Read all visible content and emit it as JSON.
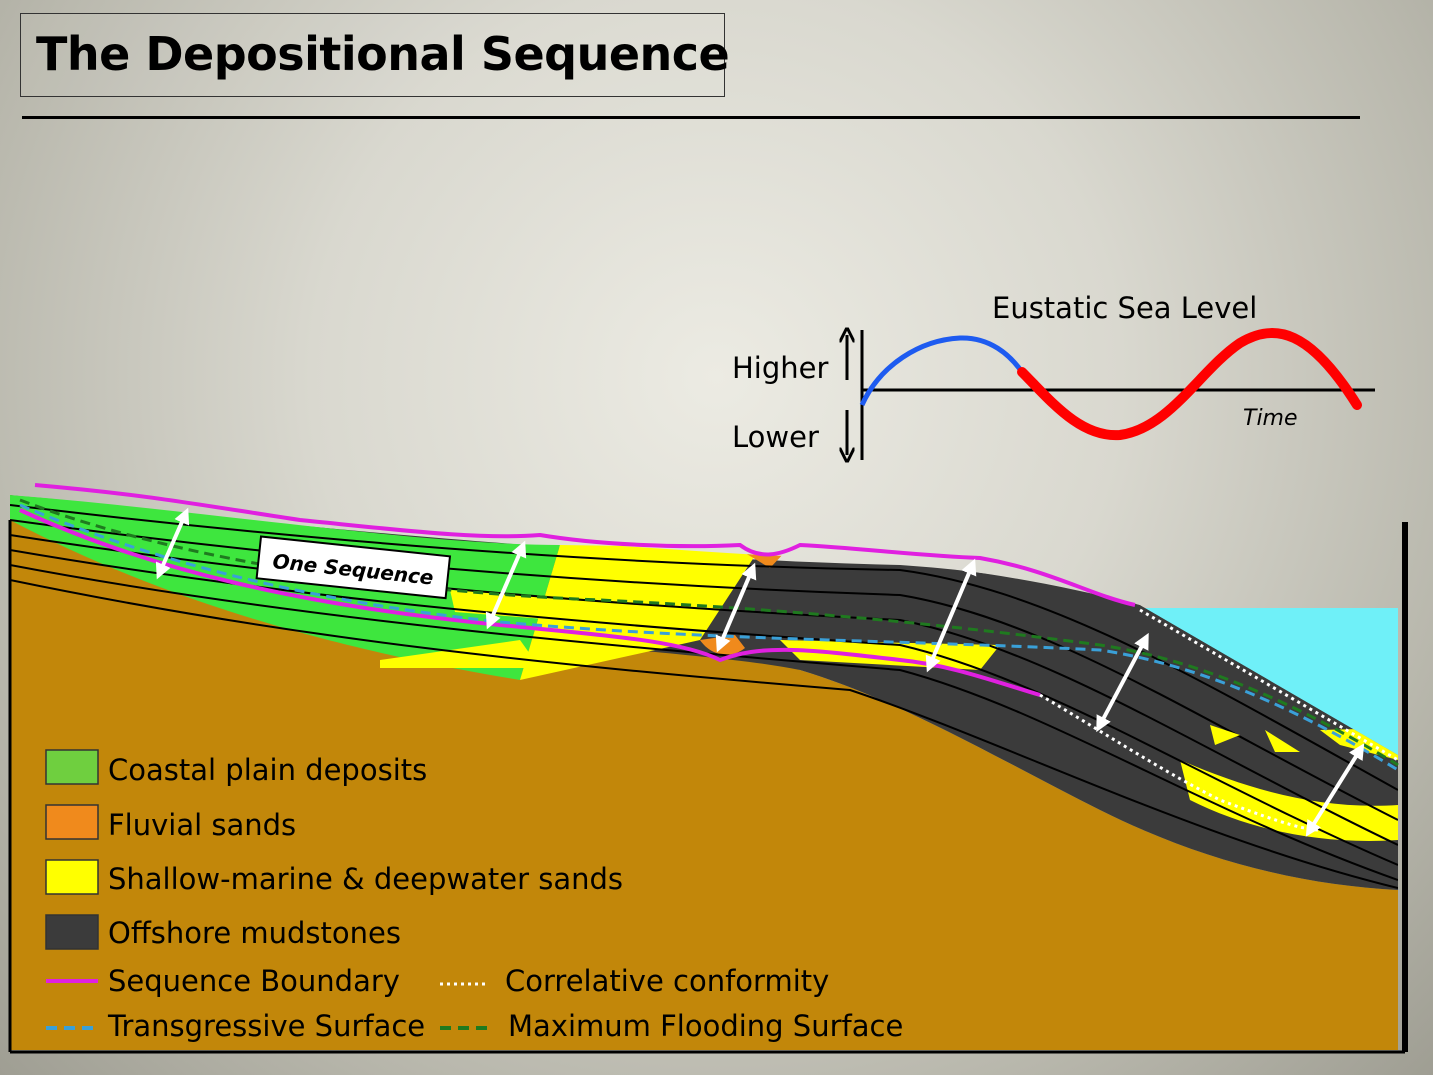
{
  "title": "The Depositional Sequence",
  "sea_level_chart": {
    "title": "Eustatic  Sea Level",
    "y_up_label": "Higher",
    "y_down_label": "Lower",
    "x_label": "Time",
    "rising_color": "#1e5bf0",
    "falling_color": "#ff0000"
  },
  "callout": "One Sequence",
  "legend": {
    "fills": [
      {
        "label": "Coastal plain deposits",
        "color": "#6fcf3f"
      },
      {
        "label": "Fluvial sands",
        "color": "#f08a1c"
      },
      {
        "label": "Shallow-marine & deepwater sands",
        "color": "#ffff00"
      },
      {
        "label": "Offshore mudstones",
        "color": "#3b3b3b"
      }
    ],
    "lines": [
      {
        "label": "Sequence Boundary",
        "color": "#e020e0",
        "style": "solid"
      },
      {
        "label": "Correlative conformity",
        "color": "#ffffff",
        "style": "dotted"
      },
      {
        "label": "Transgressive Surface",
        "color": "#3aa0d8",
        "style": "dashed"
      },
      {
        "label": "Maximum Flooding Surface",
        "color": "#1f7a1f",
        "style": "dashed"
      }
    ]
  },
  "colors": {
    "basement": "#c2870a",
    "coastal_plain": "#3ee63e",
    "fluvial": "#f08a1c",
    "sands": "#ffff00",
    "mudstone": "#3b3b3b",
    "water": "#6ff0f8"
  }
}
